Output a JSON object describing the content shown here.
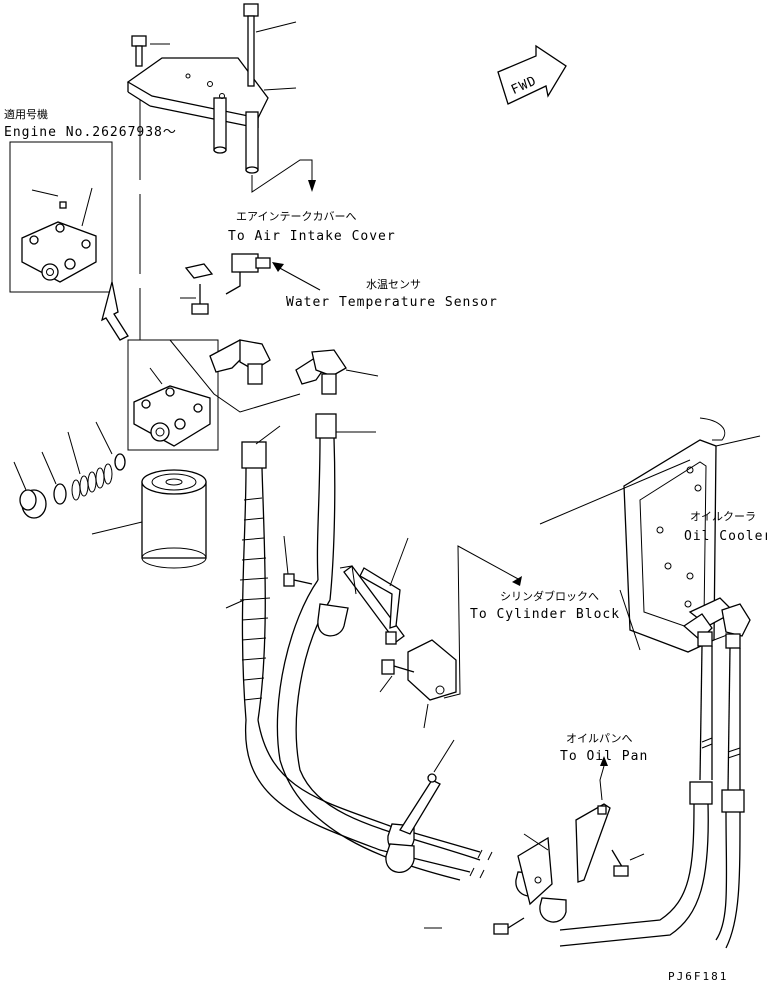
{
  "labels": {
    "applicable_jp": "適用号機",
    "engine_no": "Engine No.26267938～",
    "air_intake_jp": "エアインテークカバーへ",
    "air_intake_en": "To Air Intake Cover",
    "water_temp_jp": "水温センサ",
    "water_temp_en": "Water Temperature Sensor",
    "oil_cooler_jp": "オイルクーラ",
    "oil_cooler_en": "Oil Cooler",
    "cyl_block_jp": "シリンダブロックへ",
    "cyl_block_en": "To Cylinder Block",
    "oil_pan_jp": "オイルパンへ",
    "oil_pan_en": "To Oil Pan",
    "fwd": "FWD",
    "drawing_code": "PJ6F181"
  }
}
